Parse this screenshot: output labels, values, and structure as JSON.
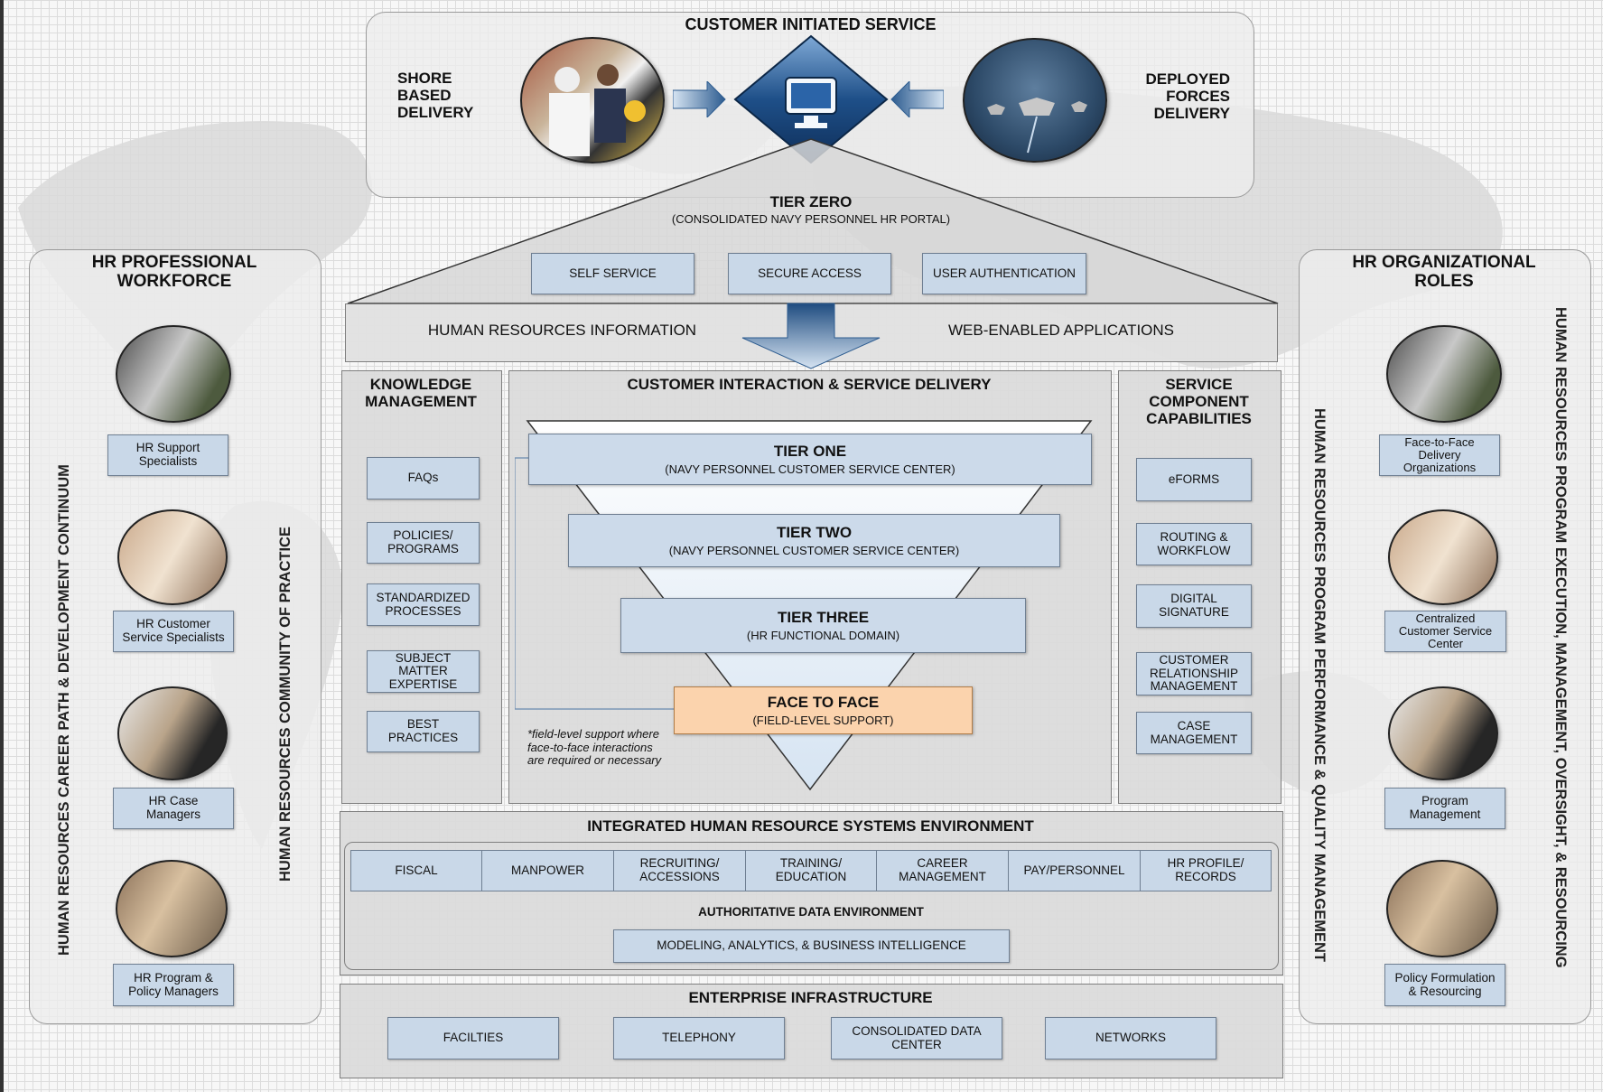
{
  "top": {
    "title": "CUSTOMER INITIATED SERVICE",
    "shore_label": "SHORE\nBASED\nDELIVERY",
    "deployed_label": "DEPLOYED\nFORCES\nDELIVERY"
  },
  "tier_zero": {
    "title": "TIER ZERO",
    "subtitle": "(CONSOLIDATED NAVY PERSONNEL HR PORTAL)",
    "boxes": [
      "SELF SERVICE",
      "SECURE ACCESS",
      "USER AUTHENTICATION"
    ],
    "hr_info": "HUMAN RESOURCES INFORMATION",
    "web_apps": "WEB-ENABLED APPLICATIONS"
  },
  "left_panel": {
    "title": "HR PROFESSIONAL\nWORKFORCE",
    "vertical_outer": "HUMAN RESOURCES CAREER PATH & DEVELOPMENT CONTINUUM",
    "vertical_inner": "HUMAN RESOURCES COMMUNITY OF PRACTICE",
    "roles": [
      "HR Support\nSpecialists",
      "HR Customer\nService Specialists",
      "HR Case\nManagers",
      "HR Program &\nPolicy Managers"
    ]
  },
  "right_panel": {
    "title": "HR ORGANIZATIONAL\nROLES",
    "vertical_inner": "HUMAN RESOURCES PROGRAM PERFORMANCE & QUALITY MANAGEMENT",
    "vertical_outer": "HUMAN RESOURCES PROGRAM EXECUTION, MANAGEMENT, OVERSIGHT, & RESOURCING",
    "roles": [
      "Face-to-Face\nDelivery\nOrganizations",
      "Centralized\nCustomer Service\nCenter",
      "Program\nManagement",
      "Policy Formulation\n& Resourcing"
    ]
  },
  "knowledge": {
    "title": "KNOWLEDGE\nMANAGEMENT",
    "items": [
      "FAQs",
      "POLICIES/\nPROGRAMS",
      "STANDARDIZED\nPROCESSES",
      "SUBJECT\nMATTER\nEXPERTISE",
      "BEST\nPRACTICES"
    ]
  },
  "interaction": {
    "title": "CUSTOMER INTERACTION & SERVICE DELIVERY",
    "tiers": [
      {
        "name": "TIER ONE",
        "sub": "(NAVY PERSONNEL CUSTOMER SERVICE CENTER)"
      },
      {
        "name": "TIER TWO",
        "sub": "(NAVY PERSONNEL CUSTOMER SERVICE CENTER)"
      },
      {
        "name": "TIER THREE",
        "sub": "(HR FUNCTIONAL DOMAIN)"
      },
      {
        "name": "FACE TO FACE",
        "sub": "(FIELD-LEVEL SUPPORT)"
      }
    ],
    "note": "*field-level support where\nface-to-face interactions\nare required or necessary"
  },
  "service": {
    "title": "SERVICE\nCOMPONENT\nCAPABILITIES",
    "items": [
      "eFORMS",
      "ROUTING &\nWORKFLOW",
      "DIGITAL\nSIGNATURE",
      "CUSTOMER\nRELATIONSHIP\nMANAGEMENT",
      "CASE\nMANAGEMENT"
    ]
  },
  "systems": {
    "title": "INTEGRATED HUMAN RESOURCE SYSTEMS ENVIRONMENT",
    "cells": [
      "FISCAL",
      "MANPOWER",
      "RECRUITING/\nACCESSIONS",
      "TRAINING/\nEDUCATION",
      "CAREER\nMANAGEMENT",
      "PAY/PERSONNEL",
      "HR PROFILE/\nRECORDS"
    ],
    "ade": "AUTHORITATIVE DATA ENVIRONMENT",
    "mabi": "MODELING, ANALYTICS, & BUSINESS INTELLIGENCE"
  },
  "infrastructure": {
    "title": "ENTERPRISE INFRASTRUCTURE",
    "items": [
      "FACILTIES",
      "TELEPHONY",
      "CONSOLIDATED DATA\nCENTER",
      "NETWORKS"
    ]
  },
  "colors": {
    "box_fill": "#c9d8e8",
    "face_to_face_fill": "#fbd3ad",
    "arrow_blue": "#2d5c90"
  },
  "icons": [
    "monitor-icon",
    "arrow-right-icon",
    "arrow-left-icon",
    "arrow-down-icon"
  ]
}
